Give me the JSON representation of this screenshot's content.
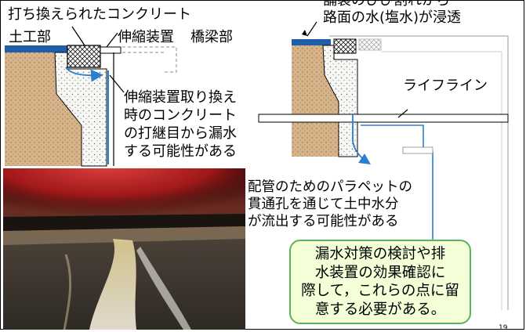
{
  "labels": {
    "replaced_concrete": "打ち換えられたコンクリート",
    "earthwork": "土工部",
    "expansion_device": "伸縮装置",
    "bridge_section": "橋梁部",
    "joint_leak_note": "伸縮装置取り換え\n時のコンクリート\nの打継目から漏水\nする可能性がある",
    "pavement_crack_note": "舗装のひび割れから\n路面の水(塩水)が浸透",
    "lifeline": "ライフライン",
    "parapet_hole_note": "配管のためのパラペットの\n貫通孔を通じて土中水分\nが流出する可能性がある"
  },
  "callout": {
    "text": "漏水対策の検討や排\n水装置の効果確認に\n際して，これらの点に留\n意する必要がある。"
  },
  "page_number": "19",
  "colors": {
    "soil": "#d8b48a",
    "concrete": "#f4f4f0",
    "pavement": "#1f5fa8",
    "water_arrow": "#2a7fd0",
    "callout_border": "#5ab55a",
    "callout_fill": "#f4ffd8"
  },
  "photo": {
    "description_icon": "leak-photo"
  }
}
